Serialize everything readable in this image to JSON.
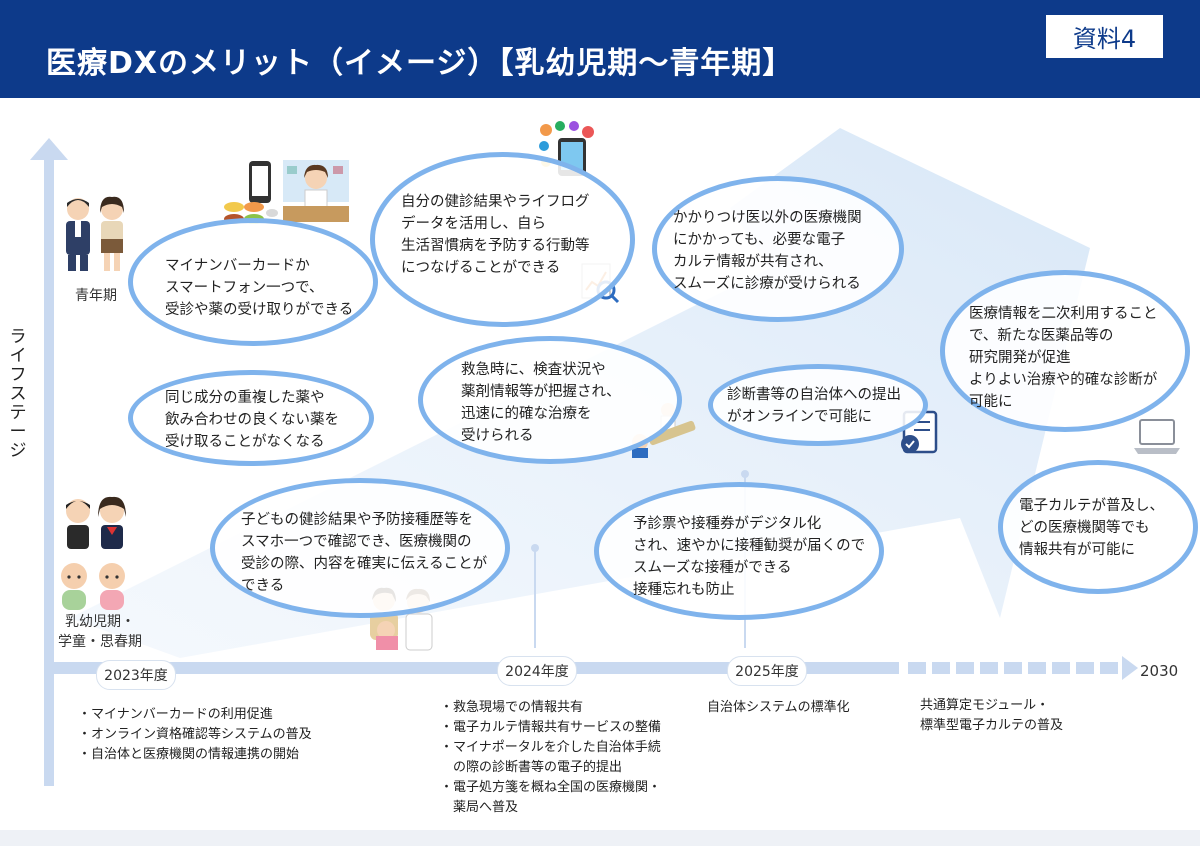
{
  "header": {
    "title": "医療DXのメリット（イメージ）【乳幼児期～青年期】",
    "doc_label": "資料4"
  },
  "axis": {
    "y_label": "ライフステージ",
    "stages": {
      "young_adult": "青年期",
      "child_1": "乳幼児期・",
      "child_2": "学童・思春期"
    },
    "years": [
      "2023年度",
      "2024年度",
      "2025年度",
      "2030"
    ]
  },
  "bubbles": {
    "b1": [
      "マイナンバーカードか",
      "スマートフォン一つで、",
      "受診や薬の受け取りができる"
    ],
    "b2": [
      "自分の健診結果やライフログ",
      "データを活用し、自ら",
      "生活習慣病を予防する行動等",
      "につなげることができる"
    ],
    "b3": [
      "かかりつけ医以外の医療機関",
      "にかかっても、必要な電子",
      "カルテ情報が共有され、",
      "スムーズに診療が受けられる"
    ],
    "b4": [
      "医療情報を二次利用すること",
      "で、新たな医薬品等の",
      "研究開発が促進",
      "よりよい治療や的確な診断が",
      "可能に"
    ],
    "b5": [
      "同じ成分の重複した薬や",
      "飲み合わせの良くない薬を",
      "受け取ることがなくなる"
    ],
    "b6": [
      "救急時に、検査状況や",
      "薬剤情報等が把握され、",
      "迅速に的確な治療を",
      "受けられる"
    ],
    "b7": [
      "診断書等の自治体への提出",
      "がオンラインで可能に"
    ],
    "b8": [
      "子どもの健診結果や予防接種歴等を",
      "スマホ一つで確認でき、医療機関の",
      "受診の際、内容を確実に伝えることが",
      "できる"
    ],
    "b9": [
      "予診票や接種券がデジタル化",
      "され、速やかに接種勧奨が届くので",
      "スムーズな接種ができる",
      "接種忘れも防止"
    ],
    "b10": [
      "電子カルテが普及し、",
      "どの医療機関等でも",
      "情報共有が可能に"
    ]
  },
  "milestones": {
    "y2023": [
      "・マイナンバーカードの利用促進",
      "・オンライン資格確認等システムの普及",
      "・自治体と医療機関の情報連携の開始"
    ],
    "y2024": [
      "・救急現場での情報共有",
      "・電子カルテ情報共有サービスの整備",
      "・マイナポータルを介した自治体手続",
      "　の際の診断書等の電子的提出",
      "・電子処方箋を概ね全国の医療機関・",
      "　薬局へ普及"
    ],
    "y2025": [
      "自治体システムの標準化"
    ],
    "y2030": [
      "共通算定モジュール・",
      "標準型電子カルテの普及"
    ]
  },
  "colors": {
    "header": "#0d3a8a",
    "bubble_border": "#7fb3ec",
    "arrow": "#dfeaf7",
    "axis": "#c9d9f0"
  },
  "icons": [
    "young-adults-icon",
    "children-icon",
    "babies-icon",
    "pharmacist-icon",
    "smartphone-icon",
    "medicine-icon",
    "apps-icon",
    "chart-magnifier-icon",
    "ambulance-stretcher-icon",
    "document-check-icon",
    "laptop-icon",
    "vaccination-icon"
  ]
}
